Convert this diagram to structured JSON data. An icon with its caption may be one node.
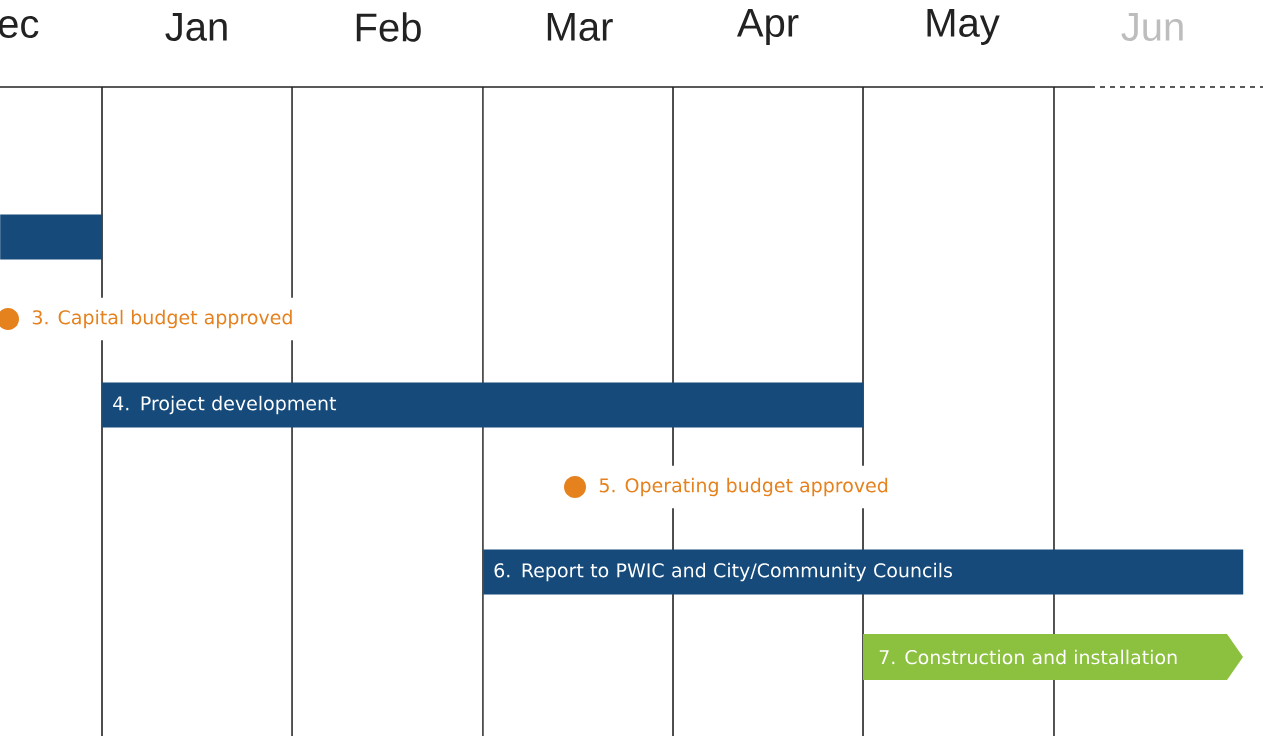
{
  "diagram": {
    "nodes": [
      {
        "text": [],
        "shape": "bar"
      },
      {
        "text": [],
        "shape": "circle",
        "beside": [
          "3. Capital budget approved"
        ]
      },
      {
        "text": [
          "4. Project development"
        ]
      },
      {
        "text": [],
        "shape": "circle",
        "beside": [
          "5. Operating budget approved"
        ]
      },
      {
        "text": [
          "6. Report to PWIC and City/Community Councils"
        ]
      },
      {
        "text": [
          "7. Construction and installation"
        ]
      }
    ],
    "labels": [
      "ec",
      "Jan",
      "Feb",
      "Mar",
      "Apr",
      "May",
      "Jun"
    ]
  }
}
